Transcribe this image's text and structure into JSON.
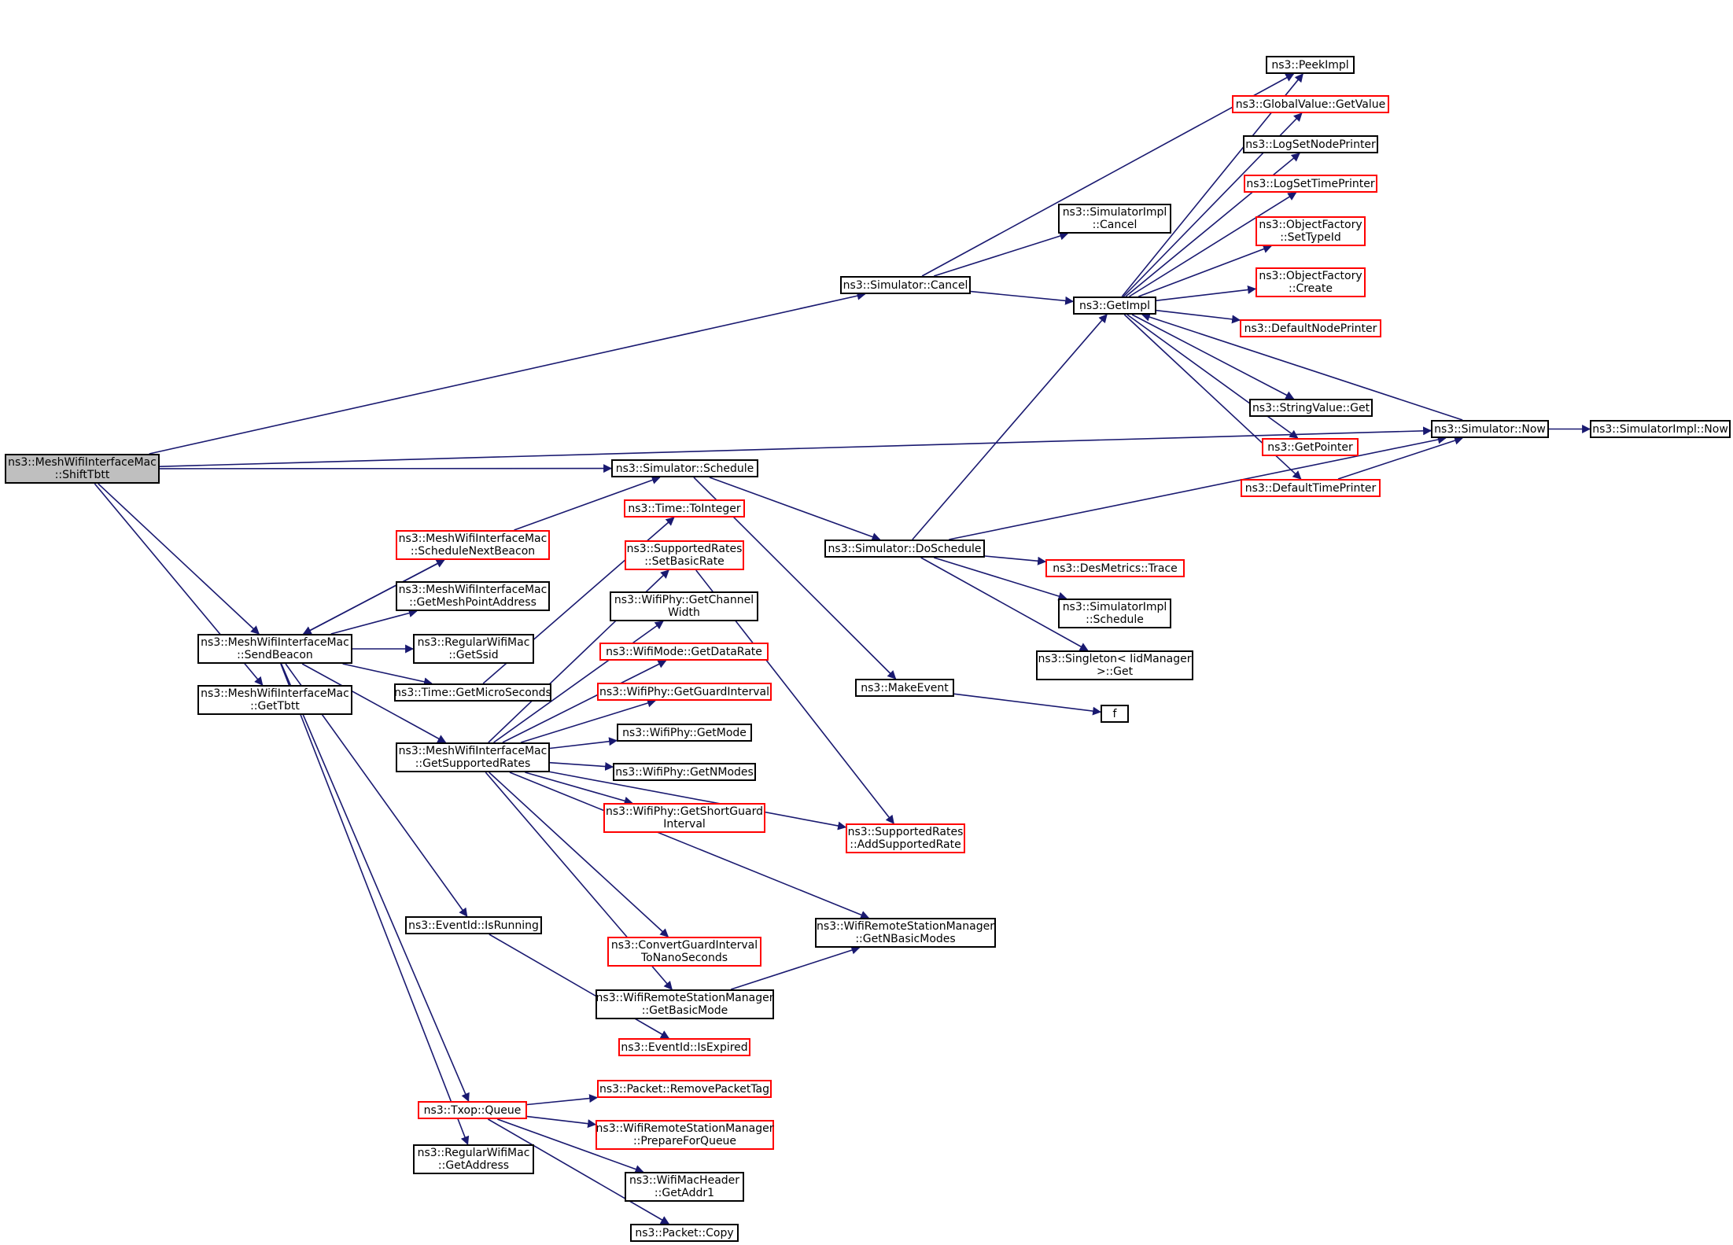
{
  "colors": {
    "edge": "#191970",
    "border": "#000000",
    "border_undocumented": "#ff0000",
    "root_fill": "#bfbfbf"
  },
  "nodes": {
    "n_shifttbtt": {
      "label": "ns3::MeshWifiInterfaceMac\n::ShiftTbtt",
      "style": "root"
    },
    "n_sendbeacon": {
      "label": "ns3::MeshWifiInterfaceMac\n::SendBeacon",
      "style": "black"
    },
    "n_gettbtt": {
      "label": "ns3::MeshWifiInterfaceMac\n::GetTbtt",
      "style": "black"
    },
    "n_schedulenextbeacon": {
      "label": "ns3::MeshWifiInterfaceMac\n::ScheduleNextBeacon",
      "style": "red"
    },
    "n_getmeshpointaddress": {
      "label": "ns3::MeshWifiInterfaceMac\n::GetMeshPointAddress",
      "style": "black"
    },
    "n_getssid": {
      "label": "ns3::RegularWifiMac\n::GetSsid",
      "style": "black"
    },
    "n_getmicroseconds": {
      "label": "ns3::Time::GetMicroSeconds",
      "style": "black"
    },
    "n_getsupportedrates": {
      "label": "ns3::MeshWifiInterfaceMac\n::GetSupportedRates",
      "style": "black"
    },
    "n_isrunning": {
      "label": "ns3::EventId::IsRunning",
      "style": "black"
    },
    "n_txopqueue": {
      "label": "ns3::Txop::Queue",
      "style": "red"
    },
    "n_getaddress": {
      "label": "ns3::RegularWifiMac\n::GetAddress",
      "style": "black"
    },
    "n_schedule": {
      "label": "ns3::Simulator::Schedule",
      "style": "black"
    },
    "n_tointeger": {
      "label": "ns3::Time::ToInteger",
      "style": "red"
    },
    "n_setbasicrate": {
      "label": "ns3::SupportedRates\n::SetBasicRate",
      "style": "red"
    },
    "n_getchannelwidth": {
      "label": "ns3::WifiPhy::GetChannel\nWidth",
      "style": "black"
    },
    "n_getdatarate": {
      "label": "ns3::WifiMode::GetDataRate",
      "style": "red"
    },
    "n_getguardinterval": {
      "label": "ns3::WifiPhy::GetGuardInterval",
      "style": "red"
    },
    "n_getmode": {
      "label": "ns3::WifiPhy::GetMode",
      "style": "black"
    },
    "n_getnmodes": {
      "label": "ns3::WifiPhy::GetNModes",
      "style": "black"
    },
    "n_getshortguard": {
      "label": "ns3::WifiPhy::GetShortGuard\nInterval",
      "style": "red"
    },
    "n_convertguard": {
      "label": "ns3::ConvertGuardInterval\nToNanoSeconds",
      "style": "red"
    },
    "n_getbasicmode": {
      "label": "ns3::WifiRemoteStationManager\n::GetBasicMode",
      "style": "black"
    },
    "n_isexpired": {
      "label": "ns3::EventId::IsExpired",
      "style": "red"
    },
    "n_removepackettag": {
      "label": "ns3::Packet::RemovePacketTag",
      "style": "red"
    },
    "n_prepareforqueue": {
      "label": "ns3::WifiRemoteStationManager\n::PrepareForQueue",
      "style": "red"
    },
    "n_getaddr1": {
      "label": "ns3::WifiMacHeader\n::GetAddr1",
      "style": "black"
    },
    "n_packetcopy": {
      "label": "ns3::Packet::Copy",
      "style": "black"
    },
    "n_simcancel": {
      "label": "ns3::Simulator::Cancel",
      "style": "black"
    },
    "n_implcancel": {
      "label": "ns3::SimulatorImpl\n::Cancel",
      "style": "black"
    },
    "n_getimpl": {
      "label": "ns3::GetImpl",
      "style": "black"
    },
    "n_doschedule": {
      "label": "ns3::Simulator::DoSchedule",
      "style": "black"
    },
    "n_makeevent": {
      "label": "ns3::MakeEvent",
      "style": "black"
    },
    "n_f": {
      "label": "f",
      "style": "black"
    },
    "n_addsupportedrate": {
      "label": "ns3::SupportedRates\n::AddSupportedRate",
      "style": "red"
    },
    "n_getnbasicmodes": {
      "label": "ns3::WifiRemoteStationManager\n::GetNBasicModes",
      "style": "black"
    },
    "n_desmetricstrace": {
      "label": "ns3::DesMetrics::Trace",
      "style": "red"
    },
    "n_implschedule": {
      "label": "ns3::SimulatorImpl\n::Schedule",
      "style": "black"
    },
    "n_singletonget": {
      "label": "ns3::Singleton< IidManager\n>::Get",
      "style": "black"
    },
    "n_peekimpl": {
      "label": "ns3::PeekImpl",
      "style": "black"
    },
    "n_globalvalueget": {
      "label": "ns3::GlobalValue::GetValue",
      "style": "red"
    },
    "n_lognodeprinter": {
      "label": "ns3::LogSetNodePrinter",
      "style": "black"
    },
    "n_logtimeprinter": {
      "label": "ns3::LogSetTimePrinter",
      "style": "red"
    },
    "n_ofsettypeid": {
      "label": "ns3::ObjectFactory\n::SetTypeId",
      "style": "red"
    },
    "n_ofcreate": {
      "label": "ns3::ObjectFactory\n::Create",
      "style": "red"
    },
    "n_defaultnodeprinter": {
      "label": "ns3::DefaultNodePrinter",
      "style": "red"
    },
    "n_stringvalueget": {
      "label": "ns3::StringValue::Get",
      "style": "black"
    },
    "n_getpointer": {
      "label": "ns3::GetPointer",
      "style": "red"
    },
    "n_defaulttimeprinter": {
      "label": "ns3::DefaultTimePrinter",
      "style": "red"
    },
    "n_simnow": {
      "label": "ns3::Simulator::Now",
      "style": "black"
    },
    "n_implnow": {
      "label": "ns3::SimulatorImpl::Now",
      "style": "black"
    }
  },
  "edges": [
    [
      "n_shifttbtt",
      "n_simnow"
    ],
    [
      "n_shifttbtt",
      "n_simcancel"
    ],
    [
      "n_shifttbtt",
      "n_schedule"
    ],
    [
      "n_shifttbtt",
      "n_sendbeacon"
    ],
    [
      "n_shifttbtt",
      "n_gettbtt"
    ],
    [
      "n_sendbeacon",
      "n_schedulenextbeacon"
    ],
    [
      "n_schedulenextbeacon",
      "n_sendbeacon"
    ],
    [
      "n_schedulenextbeacon",
      "n_schedule"
    ],
    [
      "n_sendbeacon",
      "n_getmeshpointaddress"
    ],
    [
      "n_sendbeacon",
      "n_getssid"
    ],
    [
      "n_sendbeacon",
      "n_getmicroseconds"
    ],
    [
      "n_sendbeacon",
      "n_getsupportedrates"
    ],
    [
      "n_sendbeacon",
      "n_isrunning"
    ],
    [
      "n_sendbeacon",
      "n_txopqueue"
    ],
    [
      "n_sendbeacon",
      "n_getaddress"
    ],
    [
      "n_getmicroseconds",
      "n_tointeger"
    ],
    [
      "n_getsupportedrates",
      "n_setbasicrate"
    ],
    [
      "n_getsupportedrates",
      "n_getchannelwidth"
    ],
    [
      "n_getsupportedrates",
      "n_getdatarate"
    ],
    [
      "n_getsupportedrates",
      "n_getguardinterval"
    ],
    [
      "n_getsupportedrates",
      "n_getmode"
    ],
    [
      "n_getsupportedrates",
      "n_getnmodes"
    ],
    [
      "n_getsupportedrates",
      "n_getshortguard"
    ],
    [
      "n_getsupportedrates",
      "n_addsupportedrate"
    ],
    [
      "n_getsupportedrates",
      "n_getnbasicmodes"
    ],
    [
      "n_getsupportedrates",
      "n_convertguard"
    ],
    [
      "n_getsupportedrates",
      "n_getbasicmode"
    ],
    [
      "n_setbasicrate",
      "n_addsupportedrate"
    ],
    [
      "n_getbasicmode",
      "n_getnbasicmodes"
    ],
    [
      "n_isrunning",
      "n_isexpired"
    ],
    [
      "n_txopqueue",
      "n_removepackettag"
    ],
    [
      "n_txopqueue",
      "n_prepareforqueue"
    ],
    [
      "n_txopqueue",
      "n_getaddr1"
    ],
    [
      "n_txopqueue",
      "n_packetcopy"
    ],
    [
      "n_schedule",
      "n_doschedule"
    ],
    [
      "n_schedule",
      "n_makeevent"
    ],
    [
      "n_makeevent",
      "n_f"
    ],
    [
      "n_doschedule",
      "n_getimpl"
    ],
    [
      "n_doschedule",
      "n_simnow"
    ],
    [
      "n_doschedule",
      "n_desmetricstrace"
    ],
    [
      "n_doschedule",
      "n_implschedule"
    ],
    [
      "n_doschedule",
      "n_singletonget"
    ],
    [
      "n_simcancel",
      "n_implcancel"
    ],
    [
      "n_simcancel",
      "n_getimpl"
    ],
    [
      "n_simcancel",
      "n_peekimpl"
    ],
    [
      "n_getimpl",
      "n_peekimpl"
    ],
    [
      "n_getimpl",
      "n_globalvalueget"
    ],
    [
      "n_getimpl",
      "n_lognodeprinter"
    ],
    [
      "n_getimpl",
      "n_logtimeprinter"
    ],
    [
      "n_getimpl",
      "n_ofsettypeid"
    ],
    [
      "n_getimpl",
      "n_ofcreate"
    ],
    [
      "n_getimpl",
      "n_defaultnodeprinter"
    ],
    [
      "n_getimpl",
      "n_stringvalueget"
    ],
    [
      "n_getimpl",
      "n_getpointer"
    ],
    [
      "n_getimpl",
      "n_defaulttimeprinter"
    ],
    [
      "n_simnow",
      "n_getimpl"
    ],
    [
      "n_simnow",
      "n_implnow"
    ],
    [
      "n_defaulttimeprinter",
      "n_simnow"
    ]
  ]
}
